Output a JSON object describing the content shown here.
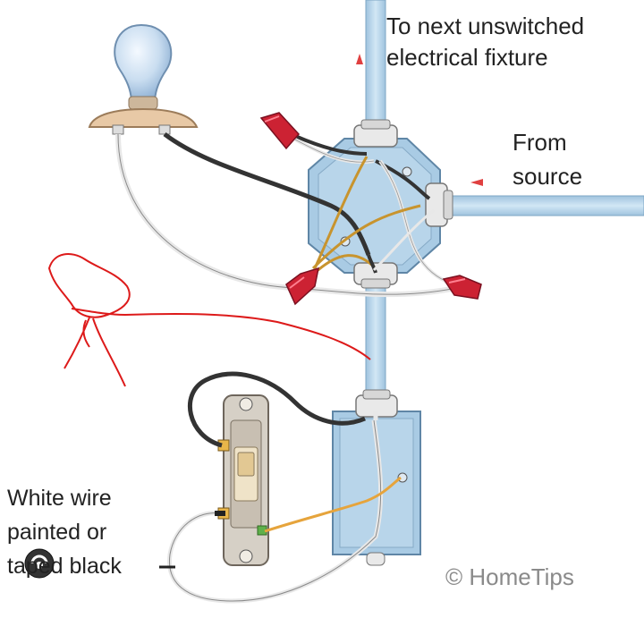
{
  "labels": {
    "next_line1": "To next unswitched",
    "next_line2": "electrical fixture",
    "source_line1": "From",
    "source_line2": "source",
    "white_line1": "White wire",
    "white_line2": "painted or",
    "white_line3": "taped black",
    "credit": "© HomeTips"
  },
  "colors": {
    "conduit": "#b9d8ec",
    "box": "#a9cbe4",
    "wire_nut": "#cc2233",
    "hot_wire": "#333333",
    "neutral_wire": "#e8e8e8",
    "ground_wire": "#c8942e",
    "annotation": "#dd1a1a",
    "bulb": "#c9ddf0",
    "socket": "#e8c9a6"
  },
  "icons": [
    "light-bulb-icon",
    "wire-nut-icon",
    "toggle-switch-icon",
    "junction-box-icon",
    "switch-box-icon",
    "arrow-icon"
  ]
}
